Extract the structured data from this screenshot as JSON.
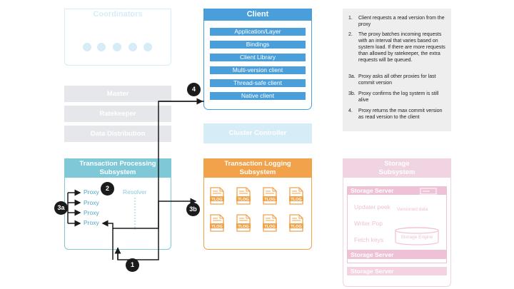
{
  "coordinators": {
    "title": "Coordinators"
  },
  "client": {
    "title": "Client",
    "items": [
      "Application/Layer",
      "Bindings",
      "Client Library",
      "Multi-version client",
      "Thread-safe client",
      "Native client"
    ]
  },
  "left_stack": {
    "master": "Master",
    "ratekeeper": "Ratekeeper",
    "data_distribution": "Data Distribution"
  },
  "cluster_controller": "Cluster Controller",
  "transaction_processing": {
    "title_line1": "Transaction Processing",
    "title_line2": "Subsystem",
    "proxies": [
      "Proxy",
      "Proxy",
      "Proxy",
      "Proxy"
    ],
    "resolver": "Resolver"
  },
  "transaction_logging": {
    "title_line1": "Transaction Logging",
    "title_line2": "Subsystem",
    "tlog_label": "TLOG"
  },
  "storage": {
    "title_line1": "Storage",
    "title_line2": "Subsystem",
    "server_label": "Storage Server",
    "updater_peek": "Updater peek",
    "versioned_data": "Versioned data",
    "writer_pop": "Writer Pop",
    "fetch_keys": "Fetch keys",
    "storage_engine": "Storage Engine"
  },
  "badges": {
    "b1": "1",
    "b2": "2",
    "b3a": "3a",
    "b3b": "3b",
    "b4": "4"
  },
  "notes": [
    {
      "num": "1.",
      "text": "Client requests a read version from the proxy"
    },
    {
      "num": "2.",
      "text": "The proxy batches incoming requests with an interval that varies based on system load. If there are more requests than allowed by ratekeeper, the extra requests will be queued."
    },
    {
      "num": "3a.",
      "text": "Proxy asks all other proxies for last commit version"
    },
    {
      "num": "3b.",
      "text": "Proxy confirms the log system is still alive"
    },
    {
      "num": "4.",
      "text": "Proxy returns the max commit version as read version to the client"
    }
  ],
  "colors": {
    "client_blue": "#4a9fdb",
    "tps_teal": "#7fc8d8",
    "tls_orange": "#f1a24a",
    "storage_pink": "#efc1d6",
    "faded_blue": "#d6ecf7",
    "note_bg": "#eeeeee"
  }
}
